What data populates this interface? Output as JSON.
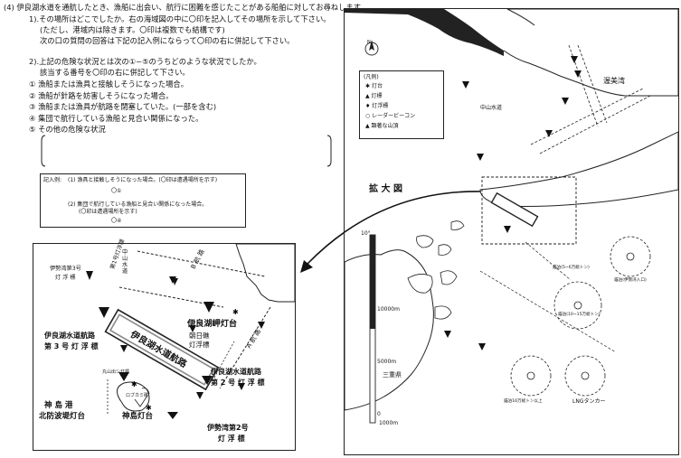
{
  "question": {
    "number": "(4)",
    "intro": "伊良湖水道を通航したとき、漁船に出会い、航行に困難を感じたことがある船舶に対してお尋ねします。",
    "q1_line1": "1).その場所はどこでしたか。右の海域図の中に〇印を記入してその場所を示して下さい。",
    "q1_line2": "(ただし、港域内は除きます。〇印は複数でも結構です)",
    "q1_line3": "次の口の質問の回答は下記の記入例にならって〇印の右に併記して下さい。",
    "q2_line1": "2).上記の危険な状況とは次の①~⑤のうちどのような状況でしたか。",
    "q2_line2": "該当する番号を〇印の右に併記して下さい。",
    "options": [
      "① 漁船または漁具と接触しそうになった場合。",
      "② 漁船が針路を妨害しそうになった場合。",
      "③ 漁船または漁具が航路を閉塞していた。(一部を含む)",
      "④ 集団で航行している漁船と見合い関係になった。",
      "⑤ その他の危険な状況"
    ]
  },
  "example": {
    "title": "記入例:",
    "ex1": "(1) 漁具と接触しそうになった場合。(〇印は遭遇場所を示す)",
    "ex1_mark": "〇①",
    "ex2_line1": "(2) 集団で航行している漁船と見合い関係になった場合。",
    "ex2_line2": "(〇印は遭遇場所を示す)",
    "ex2_mark": "〇④"
  },
  "inset": {
    "label_enlarged": "拡 大 図",
    "ise3_line1": "伊勢湾第3号",
    "ise3_line2": "灯 浮 標",
    "nakayama_line1": "中",
    "nakayama_line2": "山",
    "nakayama_line3": "水",
    "nakayama_line4": "道",
    "nakayama_line5": "第1号灯浮標",
    "b_route": "B 航 路",
    "irago_lighthouse": "伊良湖岬灯台",
    "asahi_line1": "朝日礁",
    "asahi_line2": "灯浮標",
    "channel_name": "伊良湖水道航路",
    "route_a": "A 航 路",
    "buoy3_line1": "伊良湖水道航路",
    "buoy3_line2": "第 3 号 灯 浮 標",
    "buoy2_line1": "伊良湖水道航路",
    "buoy2_line2": "第 2 号 灯 浮 標",
    "maruyama": "丸山出シ灯標",
    "kobukari": "ロブカミ礁",
    "kamishima_port_line1": "神 島 港",
    "kamishima_port_line2": "北防波堤灯台",
    "kamishima_light": "神島灯台",
    "ise2_line1": "伊勢湾第2号",
    "ise2_line2": "灯 浮 標"
  },
  "map": {
    "atsumi_bay": "渥美湾",
    "nakayama_channel": "中山水道",
    "legend_title": "(凡例)",
    "legend_items": [
      "灯台",
      "灯標",
      "灯浮標",
      "レーダービーコン",
      "顕著な山頂"
    ],
    "scale_top": "10°",
    "scale_0": "0",
    "scale_5000": "5000m",
    "scale_10000": "10000m",
    "scale_bottom": "1000m",
    "mie": "三重県",
    "lng_tanker": "LNGタンカー",
    "north_mark": "N",
    "anchor_note1": "錨泊(5~6万総トン)",
    "anchor_note2": "錨泊(10~15万総トン)",
    "anchor_note3": "錨泊(伊勢湾入口)",
    "anchor_note4": "錨泊16万総トン以上"
  }
}
